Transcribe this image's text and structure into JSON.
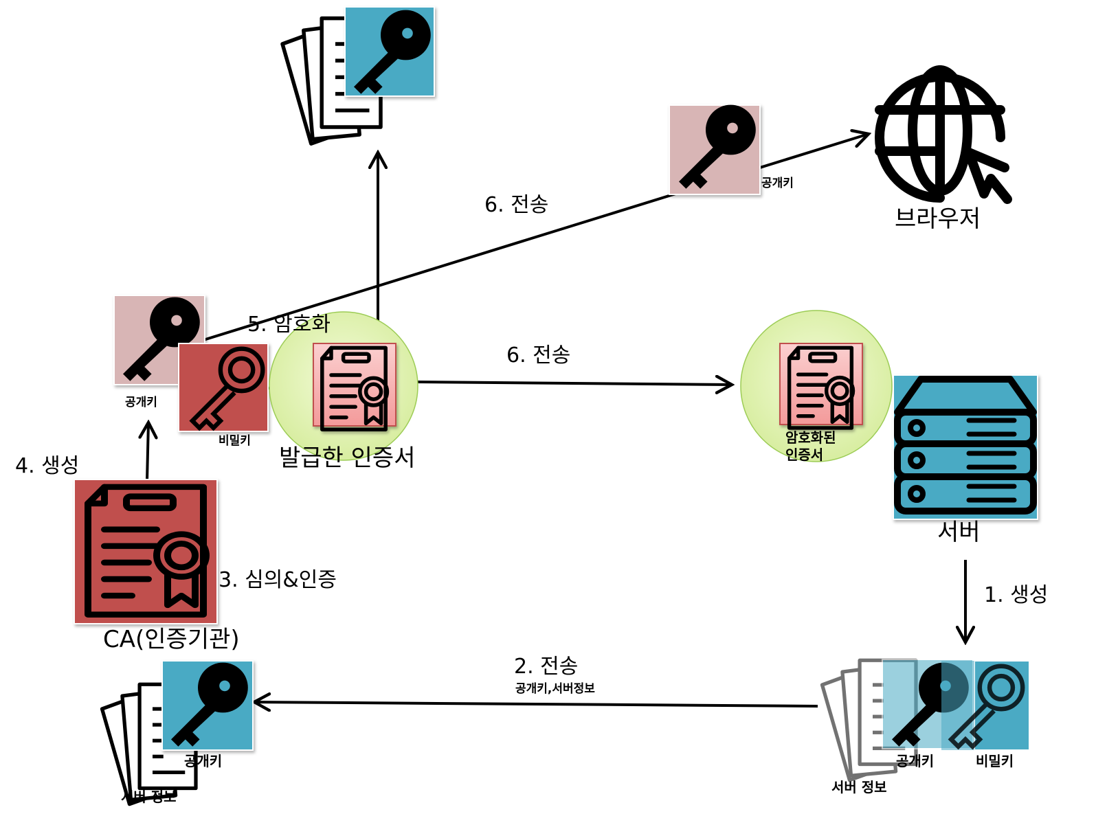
{
  "steps": {
    "step1": "1. 생성",
    "step2": "2. 전송",
    "step2_sub": "공개키,서버정보",
    "step3": "3. 심의&인증",
    "step4": "4. 생성",
    "step5": "5. 암호화",
    "step6_browser": "6. 전송",
    "step6_server": "6. 전송"
  },
  "nodes": {
    "ca": "CA(인증기관)",
    "server": "서버",
    "browser": "브라우저",
    "issued_cert": "발급한 인증서",
    "encrypted_cert_line1": "암호화된",
    "encrypted_cert_line2": "인증서"
  },
  "keys": {
    "ca_public": "공개키",
    "ca_private": "비밀키",
    "browser_public": "공개키",
    "server_public": "공개키",
    "server_private": "비밀키",
    "ca_received_public": "공개키"
  },
  "docs": {
    "server_info": "서버 정보",
    "ca_server_info": "서버 정보"
  },
  "colors": {
    "teal": "#4aaac4",
    "dusty_pink": "#d8b5b5",
    "red": "#c0504d",
    "light_red": "#f8b8b8",
    "green_circle": "#dff0b0"
  }
}
